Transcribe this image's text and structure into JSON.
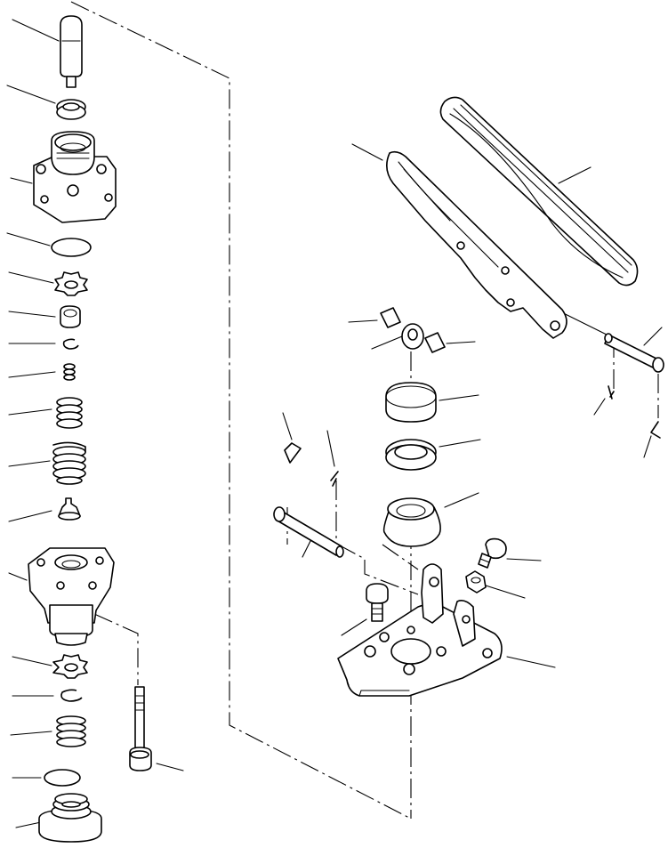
{
  "diagram": {
    "type": "exploded-parts-view",
    "background": "#ffffff",
    "line_color": "#000000",
    "parts": [
      {
        "id": "push-rod"
      },
      {
        "id": "seal-ring"
      },
      {
        "id": "valve-body-upper"
      },
      {
        "id": "o-ring-upper"
      },
      {
        "id": "lock-washer-upper"
      },
      {
        "id": "spool-cap"
      },
      {
        "id": "snap-ring-upper"
      },
      {
        "id": "small-spring"
      },
      {
        "id": "spring-medium"
      },
      {
        "id": "spring-large"
      },
      {
        "id": "retainer-pin"
      },
      {
        "id": "valve-body-lower"
      },
      {
        "id": "lock-washer-lower"
      },
      {
        "id": "snap-ring-lower"
      },
      {
        "id": "spring-lower"
      },
      {
        "id": "o-ring-lower"
      },
      {
        "id": "end-cap"
      },
      {
        "id": "long-bolt"
      },
      {
        "id": "pedal-pad"
      },
      {
        "id": "pedal-arm"
      },
      {
        "id": "roller-bushings"
      },
      {
        "id": "roller"
      },
      {
        "id": "pivot-pin-right"
      },
      {
        "id": "cotter-pin-right-upper"
      },
      {
        "id": "cotter-pin-right-lower"
      },
      {
        "id": "dust-cap"
      },
      {
        "id": "oil-seal"
      },
      {
        "id": "boot"
      },
      {
        "id": "cotter-pin-left"
      },
      {
        "id": "cotter-pin-left-small"
      },
      {
        "id": "pivot-pin-left"
      },
      {
        "id": "bolt-right"
      },
      {
        "id": "nut-right"
      },
      {
        "id": "bolt-left"
      },
      {
        "id": "pedal-bracket"
      }
    ]
  }
}
